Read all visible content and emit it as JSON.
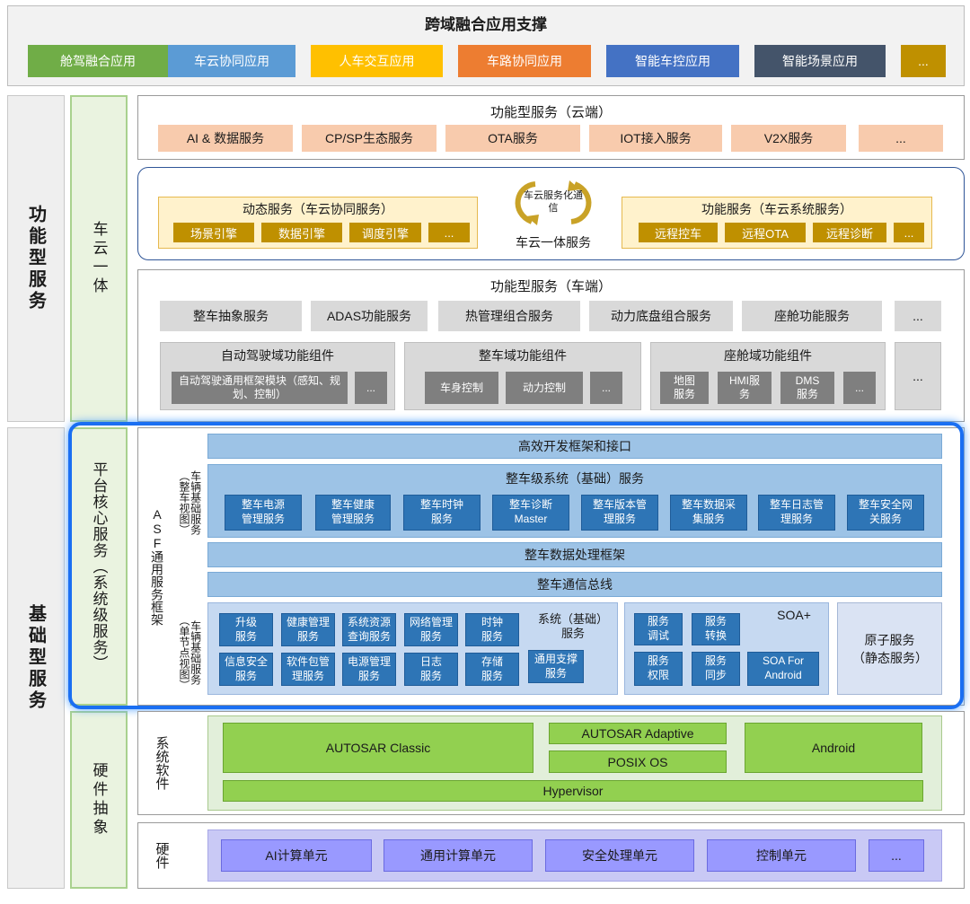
{
  "top": {
    "title": "跨域融合应用支撑",
    "apps": [
      {
        "label": "舱驾融合应用",
        "color": "#70ad47"
      },
      {
        "label": "车云协同应用",
        "color": "#5b9bd5"
      },
      {
        "label": "人车交互应用",
        "color": "#ffc000"
      },
      {
        "label": "车路协同应用",
        "color": "#ed7d31"
      },
      {
        "label": "智能车控应用",
        "color": "#4472c4"
      },
      {
        "label": "智能场景应用",
        "color": "#44546a"
      },
      {
        "label": "...",
        "color": "#bf9000"
      }
    ]
  },
  "left": {
    "functional": "功能型服务",
    "basic": "基础型服务",
    "cloud_vehicle": "车云一体",
    "platform_core": "平台核心服务（系统级服务）",
    "hw_abstraction": "硬件抽象"
  },
  "cloud": {
    "title": "功能型服务（云端）",
    "items": [
      "AI & 数据服务",
      "CP/SP生态服务",
      "OTA服务",
      "IOT接入服务",
      "V2X服务",
      "..."
    ]
  },
  "cloud_vehicle": {
    "dynamic_title": "动态服务（车云协同服务）",
    "dynamic_items": [
      "场景引擎",
      "数据引擎",
      "调度引擎",
      "..."
    ],
    "center_text": "车云服务化通信",
    "center_label": "车云一体服务",
    "functional_title": "功能服务（车云系统服务）",
    "functional_items": [
      "远程控车",
      "远程OTA",
      "远程诊断",
      "..."
    ]
  },
  "vehicle": {
    "title": "功能型服务（车端）",
    "services": [
      "整车抽象服务",
      "ADAS功能服务",
      "热管理组合服务",
      "动力底盘组合服务",
      "座舱功能服务",
      "..."
    ],
    "ad_group": {
      "title": "自动驾驶域功能组件",
      "items": [
        "自动驾驶通用框架模块（感知、规划、控制）",
        "..."
      ]
    },
    "body_group": {
      "title": "整车域功能组件",
      "items": [
        "车身控制",
        "动力控制",
        "..."
      ]
    },
    "cockpit_group": {
      "title": "座舱域功能组件",
      "items": [
        "地图服务",
        "HMI服务",
        "DMS服务",
        "..."
      ]
    },
    "more": "..."
  },
  "platform": {
    "asf_label": "ASF通用服务框架",
    "vehicle_view_label": "车辆基础服务（整车视图）",
    "node_view_label": "车辆基础服务（单节点视图）",
    "dev_framework": "高效开发框架和接口",
    "vehicle_system_title": "整车级系统（基础）服务",
    "vehicle_system_items": [
      "整车电源管理服务",
      "整车健康管理服务",
      "整车时钟服务",
      "整车诊断Master",
      "整车版本管理服务",
      "整车数据采集服务",
      "整车日志管理服务",
      "整车安全网关服务"
    ],
    "data_framework": "整车数据处理框架",
    "comm_bus": "整车通信总线",
    "system_title": "系统（基础）服务",
    "system_items": [
      "升级服务",
      "健康管理服务",
      "系统资源查询服务",
      "网络管理服务",
      "时钟服务",
      "信息安全服务",
      "软件包管理服务",
      "电源管理服务",
      "日志服务",
      "存储服务",
      "通用支撑服务"
    ],
    "soa_title": "SOA+",
    "soa_items": [
      "服务调试",
      "服务转换",
      "服务权限",
      "服务同步",
      "SOA For Android"
    ],
    "atomic": "原子服务（静态服务）"
  },
  "system_software": {
    "label": "系统软件",
    "autosar_classic": "AUTOSAR Classic",
    "autosar_adaptive": "AUTOSAR Adaptive",
    "posix": "POSIX OS",
    "android": "Android",
    "hypervisor": "Hypervisor"
  },
  "hardware": {
    "label": "硬件",
    "items": [
      "AI计算单元",
      "通用计算单元",
      "安全处理单元",
      "控制单元",
      "..."
    ]
  }
}
